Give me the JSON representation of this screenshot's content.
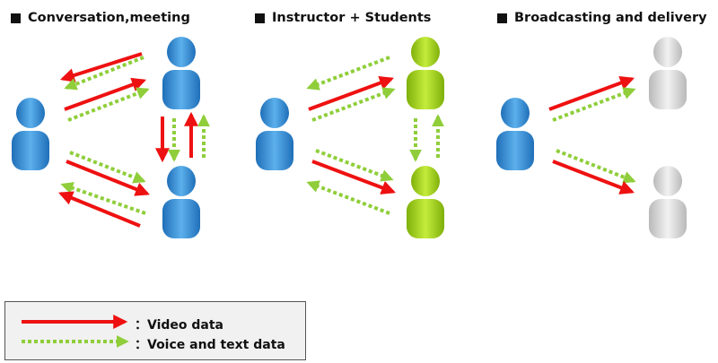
{
  "sections": [
    {
      "title": "Conversation,meeting"
    },
    {
      "title": "Instructor + Students"
    },
    {
      "title": "Broadcasting and delivery"
    }
  ],
  "legend": {
    "video": "：Video data",
    "voice": "：Voice and text data"
  },
  "colors": {
    "video_arrow": "#ee1111",
    "voice_arrow": "#8fce3a",
    "person_blue": "#3b8ed3",
    "person_green": "#98cc14",
    "person_gray": "#d4d4d4"
  }
}
